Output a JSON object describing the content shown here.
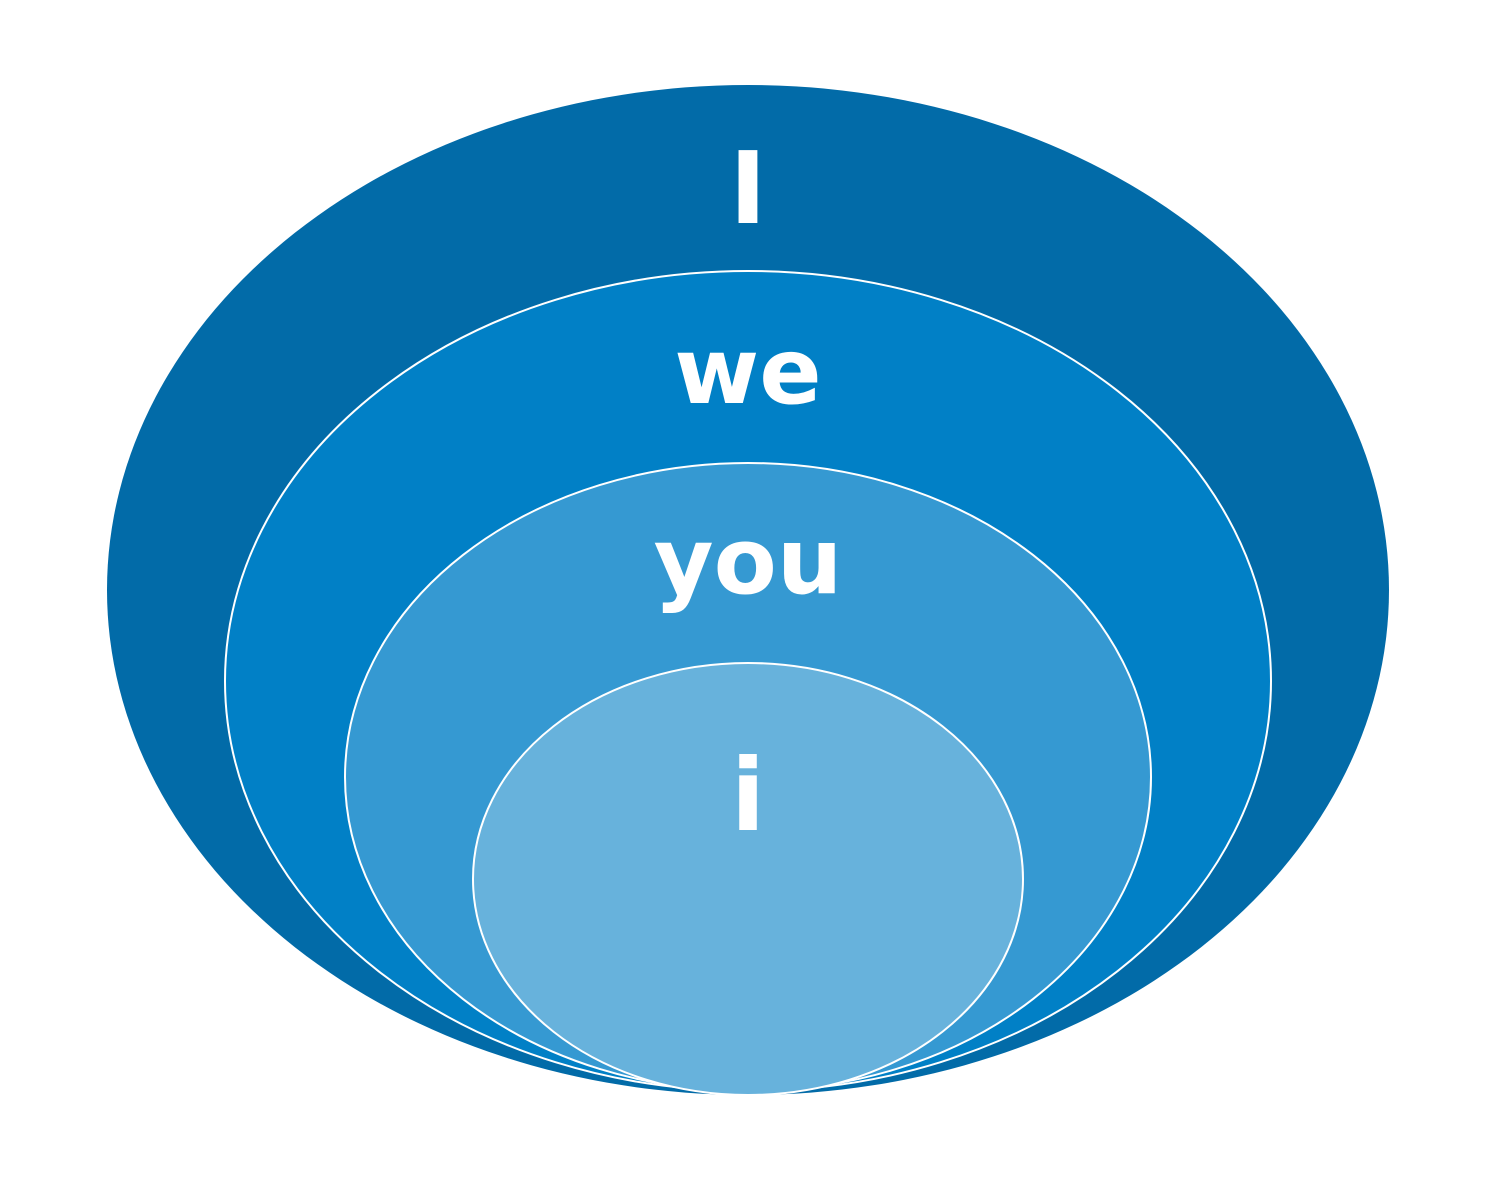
{
  "diagram": {
    "type": "nested-ellipses",
    "rings": [
      {
        "label": "I",
        "color": "#026BA8"
      },
      {
        "label": "we",
        "color": "#0180C6"
      },
      {
        "label": "you",
        "color": "#3599D2"
      },
      {
        "label": "i",
        "color": "#67B2DC"
      }
    ],
    "stroke_color": "#FFFFFF",
    "background": "#FFFFFF"
  }
}
